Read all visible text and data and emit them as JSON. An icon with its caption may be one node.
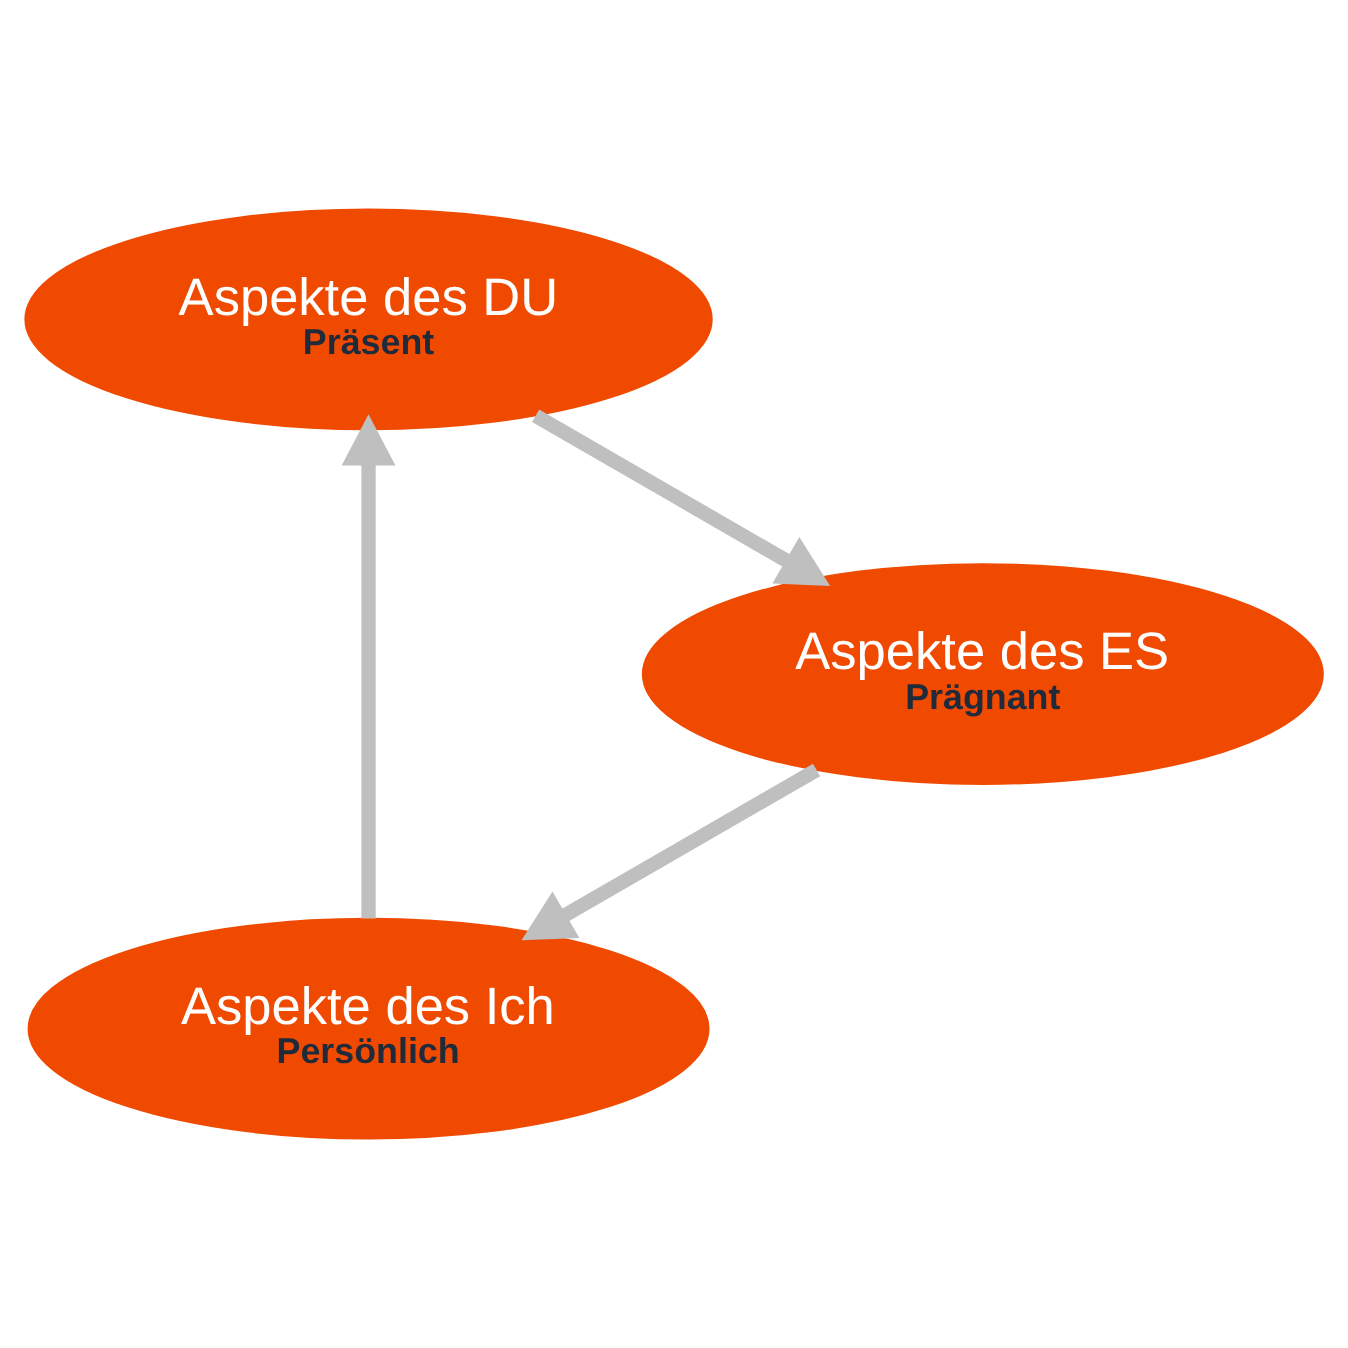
{
  "diagram": {
    "nodes": [
      {
        "text": [
          "Aspekte des Ich",
          "Persönlich"
        ]
      },
      {
        "text": [
          "Aspekte des DU",
          "Präsent"
        ]
      },
      {
        "text": [
          "Aspekte des ES",
          "Prägnant"
        ]
      }
    ],
    "edges": [
      {
        "from": 0,
        "to": 1,
        "arrow": "to"
      },
      {
        "from": 1,
        "to": 2,
        "arrow": "to"
      },
      {
        "from": 2,
        "to": 0,
        "arrow": "to"
      }
    ]
  }
}
